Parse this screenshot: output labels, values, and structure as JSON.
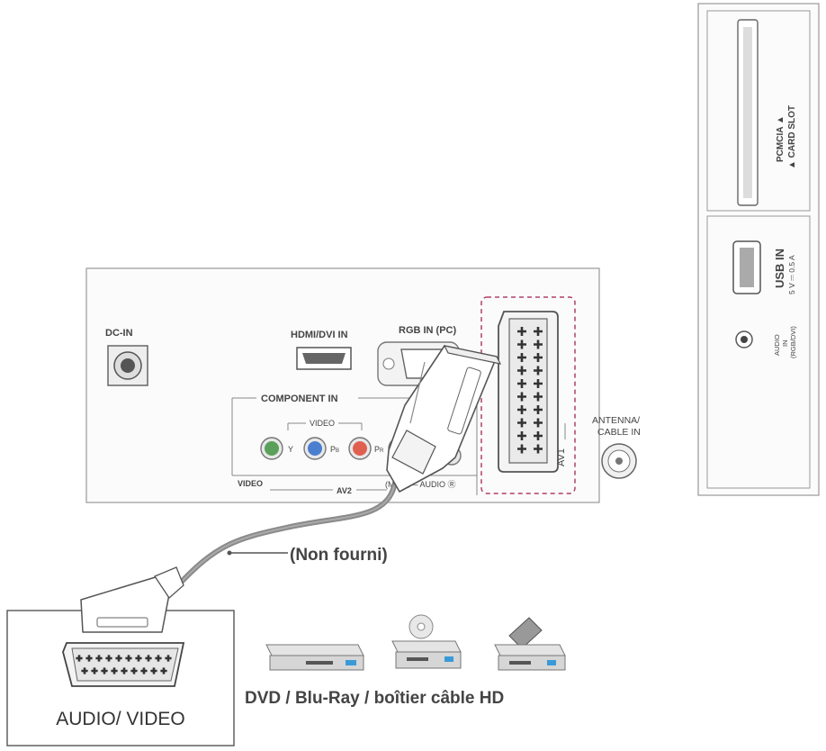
{
  "tv_panel": {
    "dc_in": "DC-IN",
    "hdmi": "HDMI/DVI IN",
    "rgb": "RGB IN (PC)",
    "component_in": "COMPONENT IN",
    "video_group": "VIDEO",
    "y": "Y",
    "pb": "P",
    "pb_sub": "B",
    "pr": "P",
    "pr_sub": "R",
    "video_bottom": "VIDEO",
    "audio_bottom": "(MO   Ⓛ – AUDIO  Ⓡ",
    "av2": "AV2",
    "av1": "AV1",
    "antenna_line1": "ANTENNA/",
    "antenna_line2": "CABLE IN"
  },
  "side_panel": {
    "pcmcia_line1": "PCMCIA ▲",
    "pcmcia_line2": "▲ CARD SLOT",
    "usb_in": "USB IN",
    "usb_rating": "5 V ⎓ 0.5 A",
    "audio_in_line1": "AUDIO",
    "audio_in_line2": "IN",
    "audio_in_line3": "(RGB/DVI)"
  },
  "cable_note": "(Non fourni)",
  "device_box_label": "AUDIO/ VIDEO",
  "devices_caption": "DVD / Blu-Ray / boîtier câble HD",
  "colors": {
    "panel_border": "#999999",
    "dashed_highlight": "#b0406a",
    "jack_y": "#5aa05a",
    "jack_pb": "#4a7fd0",
    "jack_pr": "#e06050",
    "cable": "#8a8a8a"
  }
}
